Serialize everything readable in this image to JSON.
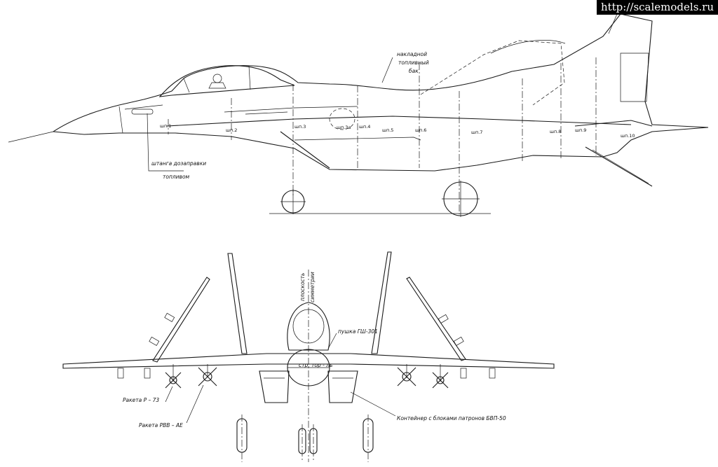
{
  "watermark": "http://scalemodels.ru",
  "side_view": {
    "callouts": {
      "overlay_tank_line1": "накладной",
      "overlay_tank_line2": "топливный",
      "overlay_tank_line3": "бак",
      "refuel_probe_line1": "штанга дозаправки",
      "refuel_probe_line2": "топливом"
    },
    "stations": [
      "шп.1",
      "шп.2",
      "шп.3",
      "шп.3а",
      "шп.4",
      "шп.5",
      "шп.6",
      "шп.7",
      "шп.8",
      "шп.9",
      "шп.10"
    ]
  },
  "front_view": {
    "centerline_label_line1": "плоскость",
    "centerline_label_line2": "симметрии",
    "callouts": {
      "cannon": "пушка ГШ-301",
      "reference_line": "стр. тор - ль",
      "r73": "Ракета Р – 73",
      "rvv_ae": "Ракета РВВ – АЕ",
      "container": "Контейнер с блоками патронов БВП-50"
    }
  }
}
